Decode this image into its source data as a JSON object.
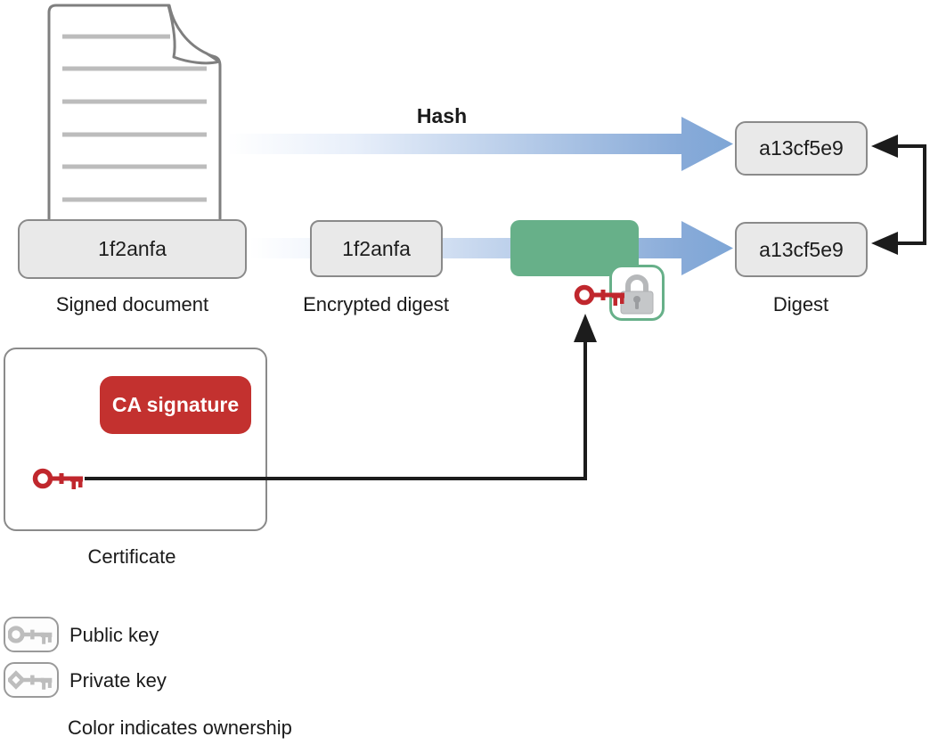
{
  "labels": {
    "hash": "Hash",
    "signed_document": "Signed document",
    "encrypted_digest": "Encrypted digest",
    "digest": "Digest",
    "certificate": "Certificate"
  },
  "values": {
    "signed_document_digest": "1f2anfa",
    "encrypted_digest_value": "1f2anfa",
    "hash_output_digest": "a13cf5e9",
    "decrypted_digest": "a13cf5e9"
  },
  "certificate": {
    "ca_signature_label": "CA signature"
  },
  "legend": {
    "public_key_label": "Public key",
    "private_key_label": "Private key",
    "note": "Color indicates ownership"
  },
  "icons": {
    "document": "document-icon",
    "lock": "lock-icon",
    "ca_public_key": "red-public-key-icon",
    "certificate_key": "red-public-key-icon",
    "legend_public_key": "public-key-icon",
    "legend_private_key": "private-key-icon"
  },
  "colors": {
    "arrow_blue_end": "#87aad8",
    "arrow_head_blue": "#7ea6d6",
    "green": "#67b089",
    "red": "#c3312f",
    "box_fill": "#e9e9e9",
    "box_border": "#8a8a8a",
    "connector_black": "#1c1c1c",
    "key_gray": "#bdbdbd",
    "lock_gray": "#c5c7c9"
  }
}
